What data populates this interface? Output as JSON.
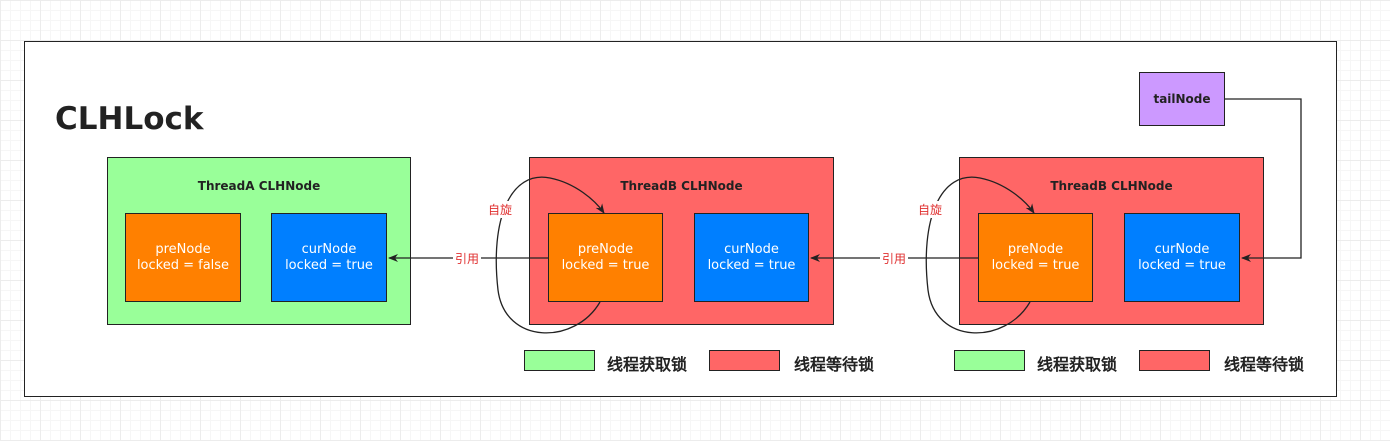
{
  "title": "CLHLock",
  "tail_node": {
    "label": "tailNode"
  },
  "threads": [
    {
      "label": "ThreadA CLHNode",
      "pre": {
        "line1": "preNode",
        "line2": "locked = false"
      },
      "cur": {
        "line1": "curNode",
        "line2": "locked = true"
      }
    },
    {
      "label": "ThreadB CLHNode",
      "pre": {
        "line1": "preNode",
        "line2": "locked = true"
      },
      "cur": {
        "line1": "curNode",
        "line2": "locked = true"
      }
    },
    {
      "label": "ThreadB CLHNode",
      "pre": {
        "line1": "preNode",
        "line2": "locked = true"
      },
      "cur": {
        "line1": "curNode",
        "line2": "locked = true"
      }
    }
  ],
  "edge_labels": {
    "reference_1": "引用",
    "reference_2": "引用",
    "spin_1": "自旋",
    "spin_2": "自旋"
  },
  "legends": [
    {
      "label": "线程获取锁"
    },
    {
      "label": "线程等待锁"
    },
    {
      "label": "线程获取锁"
    },
    {
      "label": "线程等待锁"
    }
  ],
  "colors": {
    "acquired": "#99ff99",
    "waiting": "#ff6666",
    "pre_node": "#ff8000",
    "cur_node": "#007fff",
    "tail_node": "#cc99ff",
    "edge_label": "#e03030"
  }
}
